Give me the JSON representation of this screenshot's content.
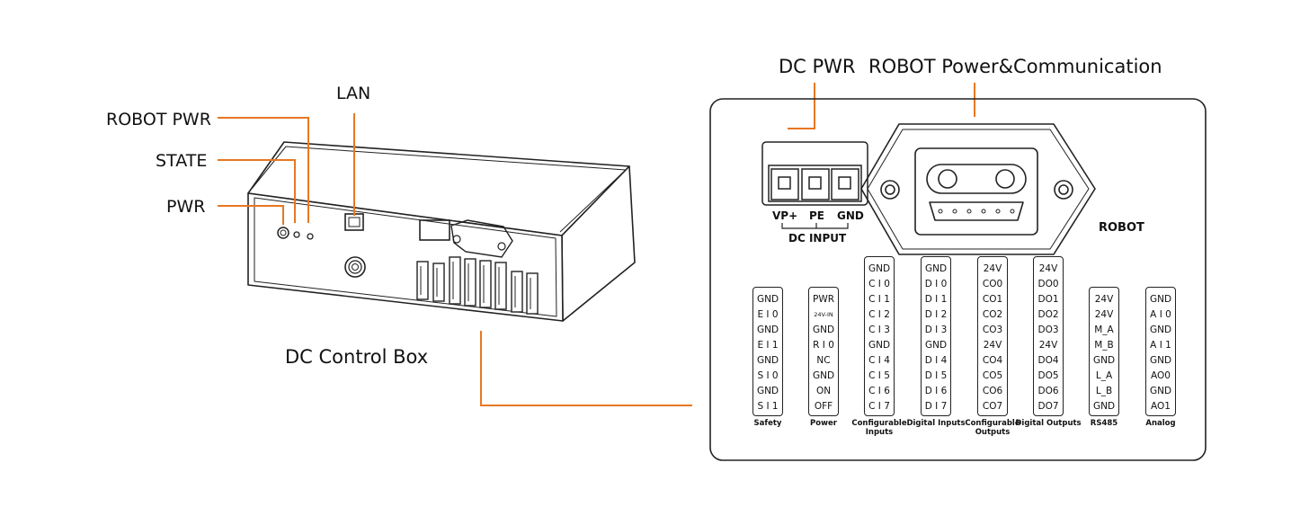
{
  "left_labels": {
    "robot_pwr": "ROBOT PWR",
    "state": "STATE",
    "pwr": "PWR",
    "lan": "LAN",
    "box_title": "DC Control Box"
  },
  "top_labels": {
    "dc_pwr": "DC PWR",
    "robot_power_comm": "ROBOT Power&Communication"
  },
  "robot_label": "ROBOT",
  "dc_input": {
    "title": "DC INPUT",
    "pins": [
      "VP+",
      "PE",
      "GND"
    ]
  },
  "accent_color": "#e87722",
  "terminal_blocks": [
    {
      "caption": "Safety",
      "pins": [
        "GND",
        "E I 0",
        "GND",
        "E I 1",
        "GND",
        "S I 0",
        "GND",
        "S I 1"
      ]
    },
    {
      "caption": "Power",
      "pins": [
        "PWR",
        "24V-IN",
        "GND",
        "R I 0",
        "NC",
        "GND",
        "ON",
        "OFF"
      ]
    },
    {
      "caption": "Configurable Inputs",
      "pins": [
        "GND",
        "C I 0",
        "C I 1",
        "C I 2",
        "C I 3",
        "GND",
        "C I 4",
        "C I 5",
        "C I 6",
        "C I 7"
      ]
    },
    {
      "caption": "Digital Inputs",
      "pins": [
        "GND",
        "D I 0",
        "D I 1",
        "D I 2",
        "D I 3",
        "GND",
        "D I 4",
        "D I 5",
        "D I 6",
        "D I 7"
      ]
    },
    {
      "caption": "Configurable Outputs",
      "pins": [
        "24V",
        "CO0",
        "CO1",
        "CO2",
        "CO3",
        "24V",
        "CO4",
        "CO5",
        "CO6",
        "CO7"
      ]
    },
    {
      "caption": "Digital Outputs",
      "pins": [
        "24V",
        "DO0",
        "DO1",
        "DO2",
        "DO3",
        "24V",
        "DO4",
        "DO5",
        "DO6",
        "DO7"
      ]
    },
    {
      "caption": "RS485",
      "pins": [
        "24V",
        "24V",
        "M_A",
        "M_B",
        "GND",
        "L_A",
        "L_B",
        "GND"
      ]
    },
    {
      "caption": "Analog",
      "pins": [
        "GND",
        "A I 0",
        "GND",
        "A I 1",
        "GND",
        "AO0",
        "GND",
        "AO1"
      ]
    }
  ]
}
